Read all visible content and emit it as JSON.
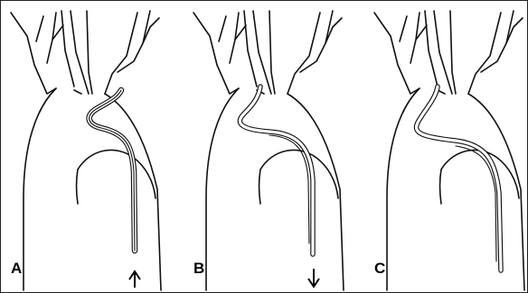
{
  "panels": [
    {
      "label": "A",
      "arrow": "up"
    },
    {
      "label": "B",
      "arrow": "down"
    },
    {
      "label": "C",
      "arrow": "none"
    }
  ]
}
